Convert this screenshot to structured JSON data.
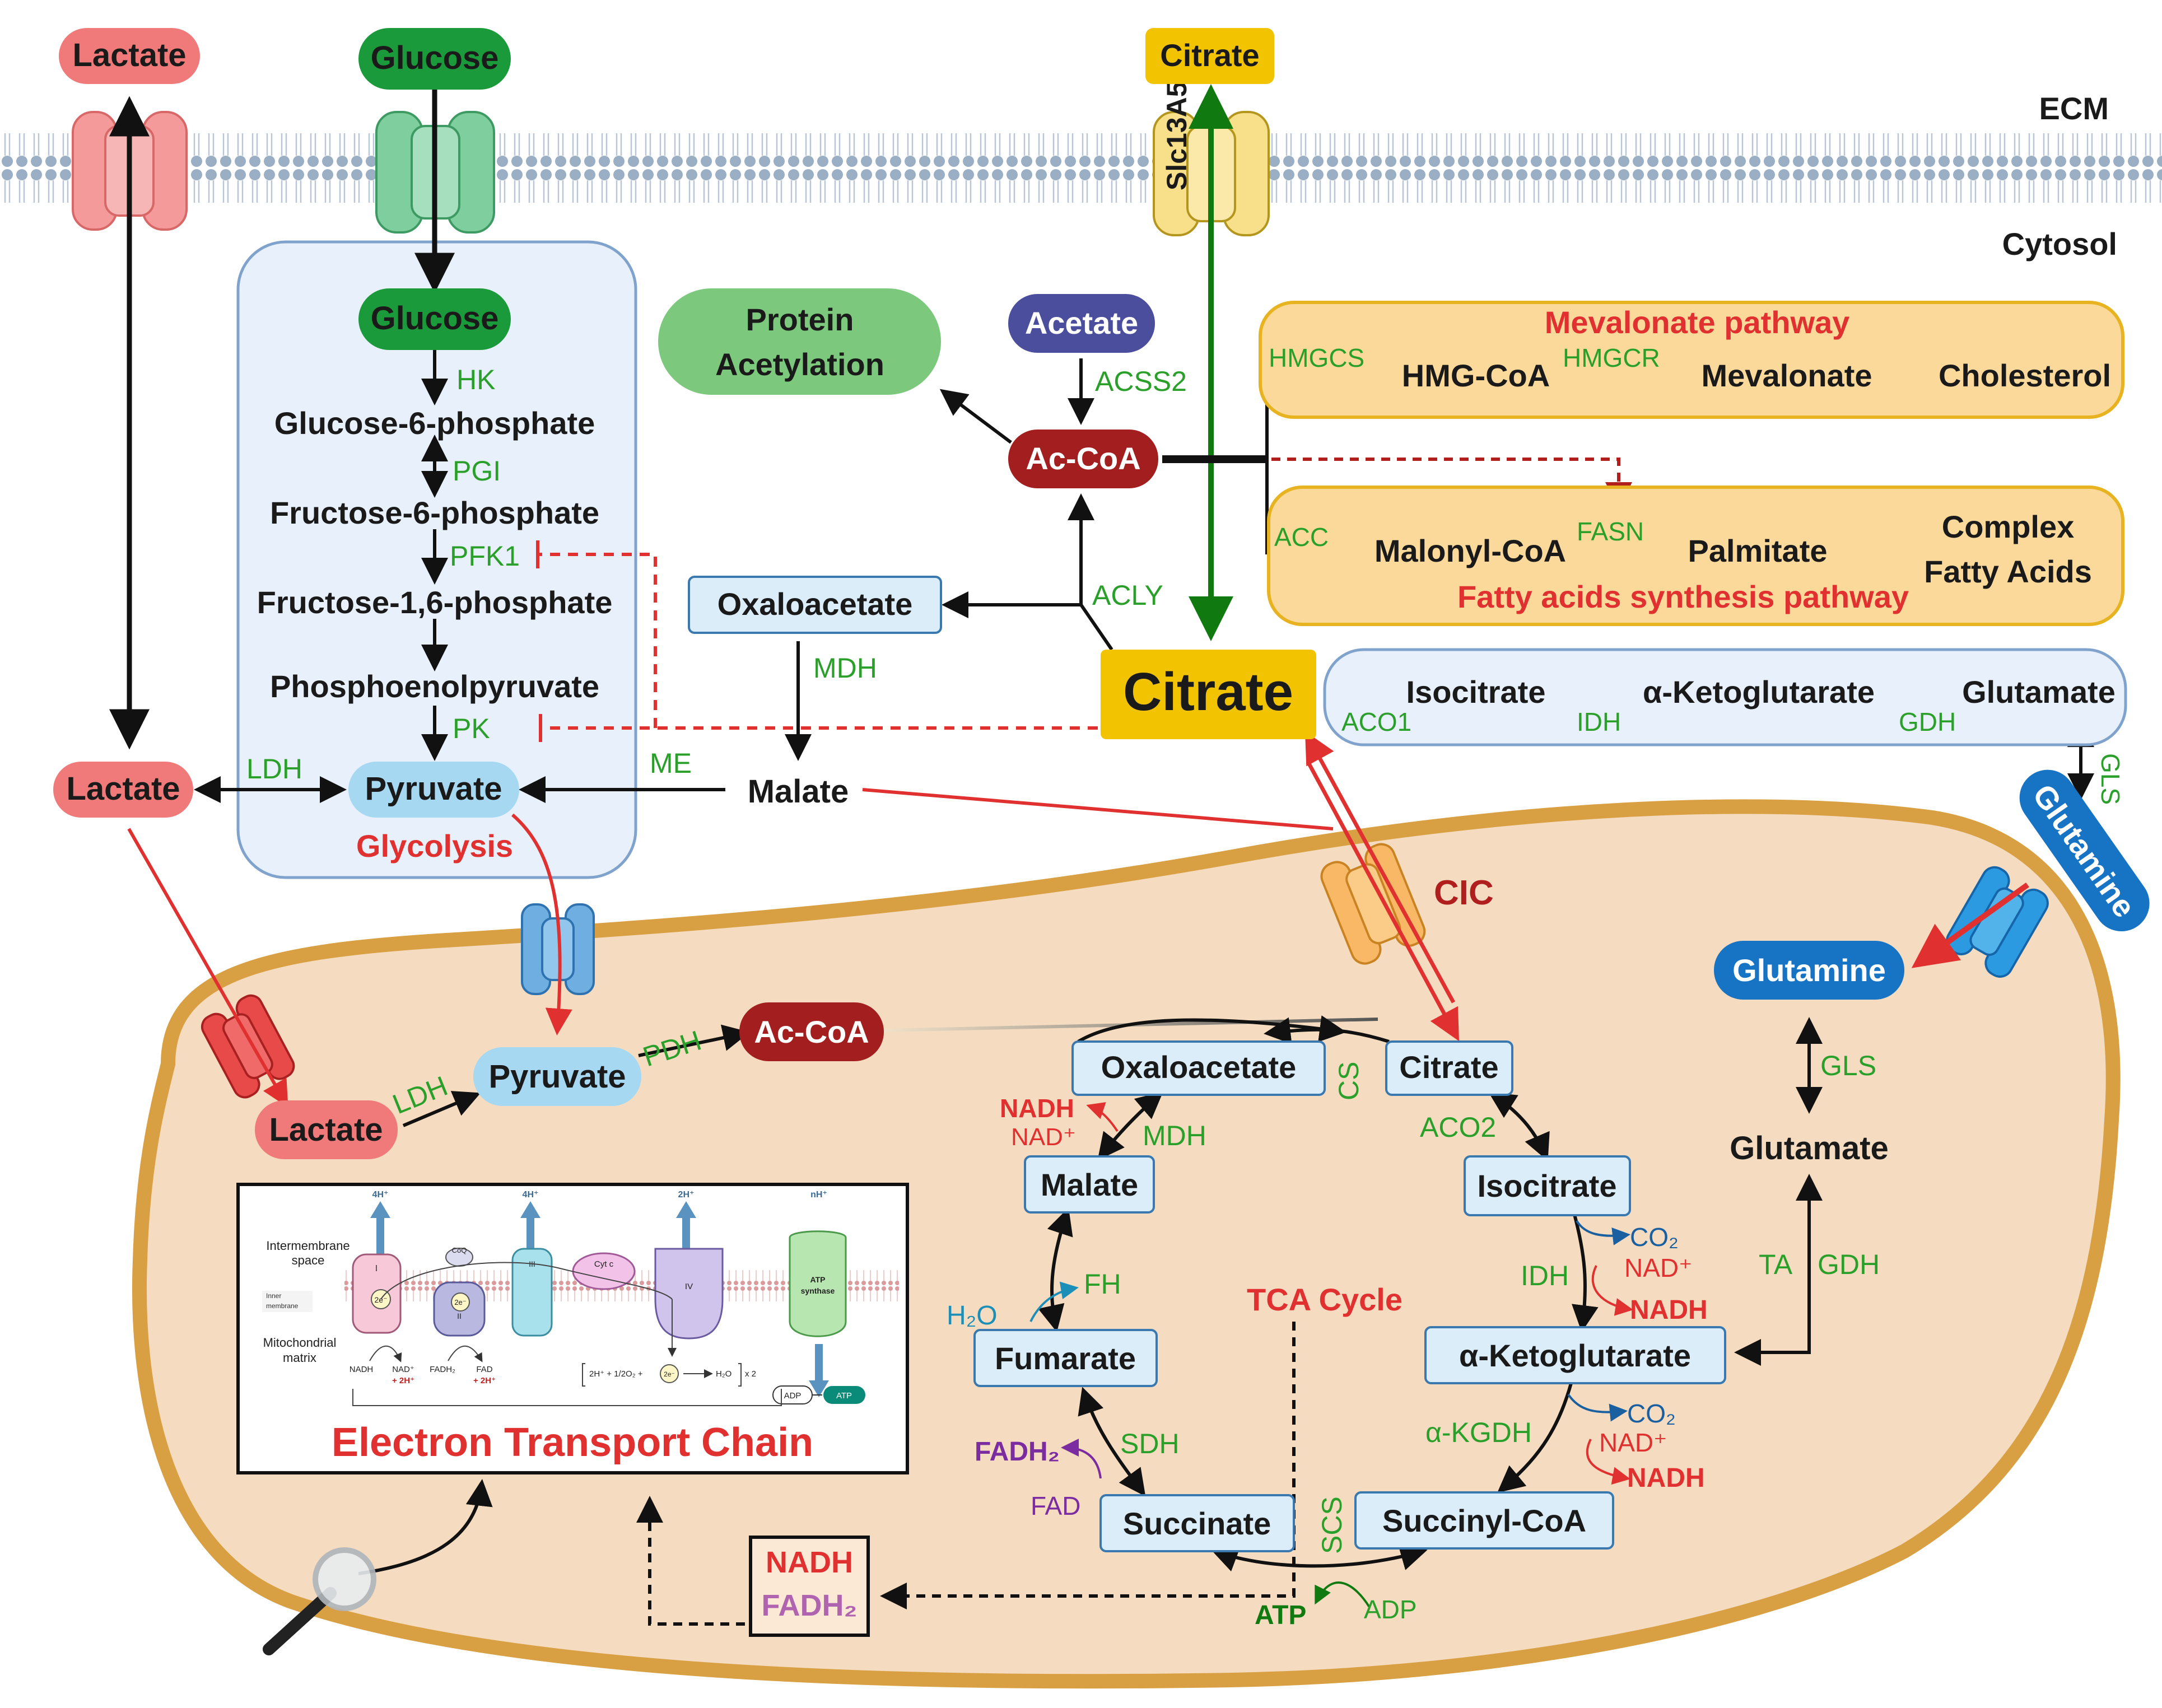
{
  "labels": {
    "ecm": "ECM",
    "cytosol": "Cytosol",
    "lactate_out": "Lactate",
    "glucose_out": "Glucose",
    "citrate_out": "Citrate",
    "slc13a5": "Slc13A5",
    "glucose_in": "Glucose",
    "hk": "HK",
    "g6p": "Glucose-6-phosphate",
    "pgi": "PGI",
    "f6p": "Fructose-6-phosphate",
    "pfk1": "PFK1",
    "f16p": "Fructose-1,6-phosphate",
    "pep": "Phosphoenolpyruvate",
    "pk": "PK",
    "pyruvate_cyt": "Pyruvate",
    "glycolysis": "Glycolysis",
    "ldh_cyt": "LDH",
    "lactate_cyt": "Lactate",
    "protein_acetylation_1": "Protein",
    "protein_acetylation_2": "Acetylation",
    "acetate": "Acetate",
    "acss2": "ACSS2",
    "accoa_cyt": "Ac-CoA",
    "oxaloacetate_cyt": "Oxaloacetate",
    "acly": "ACLY",
    "mdh_cyt": "MDH",
    "malate_cyt": "Malate",
    "me": "ME",
    "citrate_cyt": "Citrate",
    "mevalonate_pathway": "Mevalonate pathway",
    "hmgcs": "HMGCS",
    "hmgcoa": "HMG-CoA",
    "hmgcr": "HMGCR",
    "mevalonate": "Mevalonate",
    "cholesterol": "Cholesterol",
    "acc": "ACC",
    "malonylcoa": "Malonyl-CoA",
    "fasn": "FASN",
    "palmitate": "Palmitate",
    "complex_1": "Complex",
    "complex_2": "Fatty Acids",
    "fa_pathway": "Fatty acids synthesis pathway",
    "isocitrate_cyt": "Isocitrate",
    "aco1": "ACO1",
    "akg_cyt": "α-Ketoglutarate",
    "idh_cyt": "IDH",
    "glutamate_cyt": "Glutamate",
    "gdh_cyt": "GDH",
    "gls_cyt": "GLS",
    "glutamine_out": "Glutamine",
    "cic": "CIC",
    "glutamine_mito": "Glutamine",
    "gls_mito": "GLS",
    "glutamate_mito": "Glutamate",
    "ta": "TA",
    "gdh_mito": "GDH",
    "lactate_mito": "Lactate",
    "ldh_mito": "LDH",
    "pyruvate_mito": "Pyruvate",
    "pdh": "PDH",
    "accoa_mito": "Ac-CoA",
    "oxaloacetate_mito": "Oxaloacetate",
    "cs": "CS",
    "citrate_mito": "Citrate",
    "aco2": "ACO2",
    "isocitrate_mito": "Isocitrate",
    "co2_1": "CO₂",
    "nad_1": "NAD⁺",
    "nadh_1": "NADH",
    "idh_mito": "IDH",
    "akg_mito": "α-Ketoglutarate",
    "akgdh": "α-KGDH",
    "co2_2": "CO₂",
    "nad_2": "NAD⁺",
    "nadh_2": "NADH",
    "succinylcoa": "Succinyl-CoA",
    "scs": "SCS",
    "atp": "ATP",
    "adp": "ADP",
    "succinate": "Succinate",
    "sdh": "SDH",
    "fadh2_sdh": "FADH₂",
    "fad_sdh": "FAD",
    "fumarate": "Fumarate",
    "fh": "FH",
    "h2o": "H₂O",
    "malate_mito": "Malate",
    "mdh_mito": "MDH",
    "nadh_mdh": "NADH",
    "nad_mdh": "NAD⁺",
    "tca_cycle": "TCA Cycle",
    "nadh_box": "NADH",
    "fadh2_box": "FADH₂",
    "etc_title": "Electron Transport Chain",
    "etc_intermembrane_1": "Intermembrane",
    "etc_intermembrane_2": "space",
    "etc_inner_1": "Inner",
    "etc_inner_2": "membrane",
    "etc_matrix_1": "Mitochondrial",
    "etc_matrix_2": "matrix",
    "etc_4h_1": "4H⁺",
    "etc_4h_2": "4H⁺",
    "etc_2h": "2H⁺",
    "etc_nh": "nH⁺",
    "etc_I": "I",
    "etc_II": "II",
    "etc_III": "III",
    "etc_IV": "IV",
    "etc_coq": "CoQ",
    "etc_cytc": "Cyt c",
    "etc_2e_1": "2e⁻",
    "etc_2e_2": "2e⁻",
    "etc_2e_3": "2e⁻",
    "etc_nadh": "NADH",
    "etc_nad": "NAD⁺",
    "etc_2h_a": "+ 2H⁺",
    "etc_fadh2": "FADH₂",
    "etc_fad": "FAD",
    "etc_2h_b": "+ 2H⁺",
    "etc_o2_eq_a": "2H⁺ + 1/2O₂ +",
    "etc_o2_eq_b": "H₂O",
    "etc_x2": "x 2",
    "etc_atp_1": "ATP",
    "etc_atp_2": "synthase",
    "etc_adp": "ADP",
    "etc_atp": "ATP"
  },
  "colors": {
    "lactate": "#f07a7a",
    "glucose": "#1a9a3a",
    "citrate": "#f2c300",
    "accoa": "#a31f1f",
    "acetate": "#4b4e9c",
    "glutamine": "#1774c4",
    "enzyme_text": "#2aa02a",
    "pathway_red": "#e03030",
    "mito_fill": "#f5dcc0",
    "mito_border": "#d9a043",
    "glyco_fill": "#e8f1fb",
    "membrane_head": "#9aaec4"
  }
}
